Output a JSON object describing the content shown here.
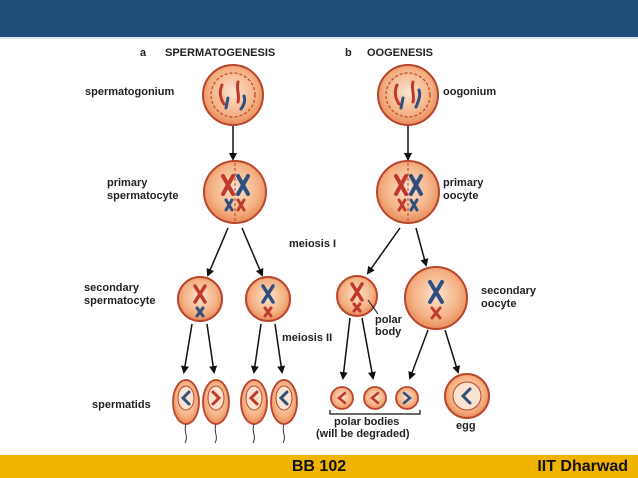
{
  "header": {
    "bar_color": "#1f4e79"
  },
  "diagram": {
    "panel_a": {
      "letter": "a",
      "title": "SPERMATOGENESIS"
    },
    "panel_b": {
      "letter": "b",
      "title": "OOGENESIS"
    },
    "labels": {
      "spermatogonium": "spermatogonium",
      "oogonium": "oogonium",
      "primary_spermatocyte_1": "primary",
      "primary_spermatocyte_2": "spermatocyte",
      "primary_oocyte_1": "primary",
      "primary_oocyte_2": "oocyte",
      "meiosis_1": "meiosis I",
      "secondary_spermatocyte_1": "secondary",
      "secondary_spermatocyte_2": "spermatocyte",
      "secondary_oocyte_1": "secondary",
      "secondary_oocyte_2": "oocyte",
      "polar_body_1": "polar",
      "polar_body_2": "body",
      "meiosis_2": "meiosis II",
      "spermatids": "spermatids",
      "polar_bodies_1": "polar bodies",
      "polar_bodies_2": "(will be degraded)",
      "egg": "egg"
    },
    "colors": {
      "cell_fill": "#f4b183",
      "cell_border": "#b8452c",
      "chromosome_red": "#c0392b",
      "chromosome_blue": "#2f4f7f",
      "arrow": "#111111"
    }
  },
  "footer": {
    "course": "BB 102",
    "institution": "IIT Dharwad",
    "bar_color": "#f0b400"
  }
}
